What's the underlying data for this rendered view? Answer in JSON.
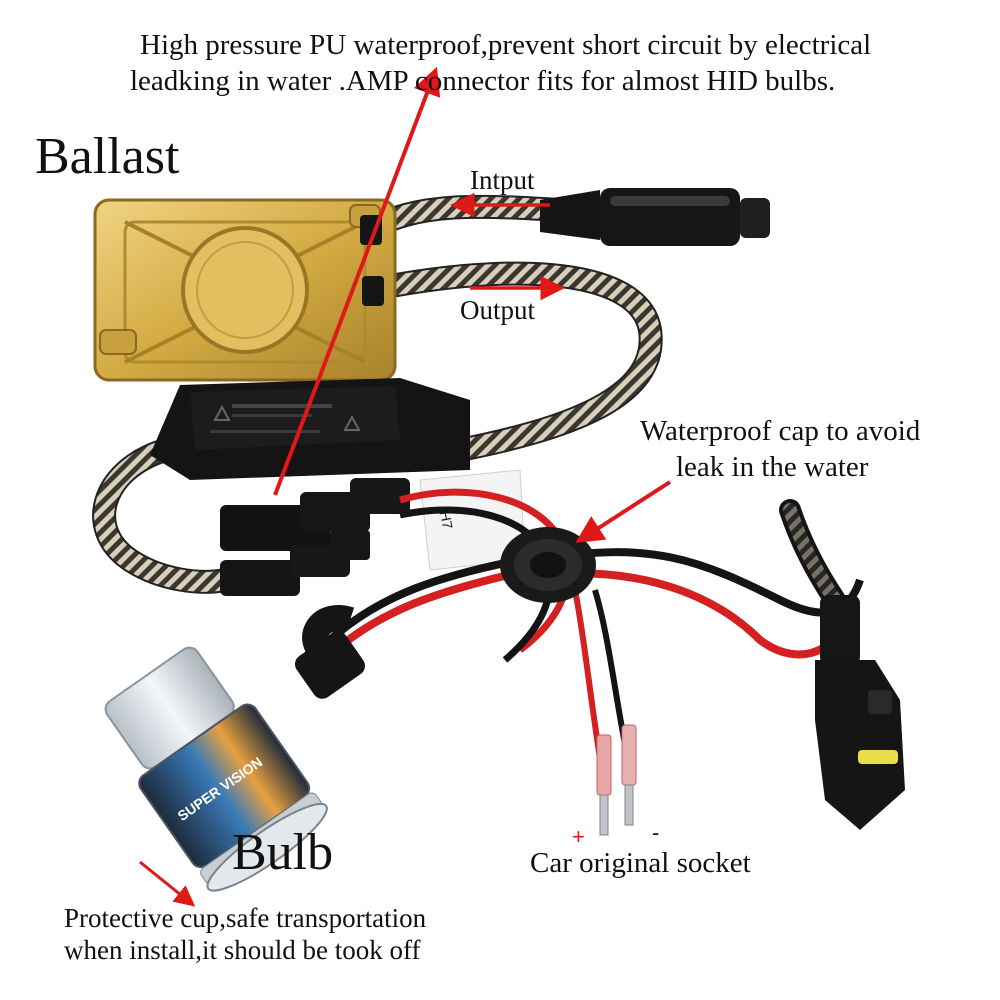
{
  "labels": {
    "top_note_line1": "High pressure PU waterproof,prevent short circuit by electrical",
    "top_note_line2": "leadking in water .AMP connector fits for almost HID bulbs.",
    "ballast": "Ballast",
    "input": "Intput",
    "output": "Output",
    "waterproof_line1": "Waterproof cap to avoid",
    "waterproof_line2": "leak in the water",
    "bulb": "Bulb",
    "car_socket": "Car original socket",
    "plus": "+",
    "minus": "-",
    "protective_line1": "Protective cup,safe transportation",
    "protective_line2": "when install,it should be took off"
  },
  "product_text": {
    "cap_model": "H7",
    "bulb_brand": "SUPER VISION"
  },
  "colors": {
    "arrow": "#e01818",
    "ballast_gold": "#d8b24a",
    "plus_sign": "#e01818",
    "wire_red": "#d42020",
    "wire_black": "#141414",
    "label_text": "#111111"
  }
}
